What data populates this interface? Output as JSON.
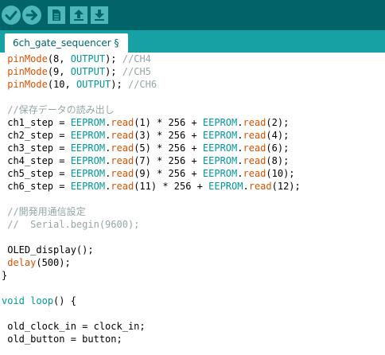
{
  "toolbar": {
    "buttons": [
      {
        "name": "verify",
        "icon": "check-icon"
      },
      {
        "name": "upload",
        "icon": "arrow-right-icon"
      },
      {
        "name": "new",
        "icon": "new-file-icon"
      },
      {
        "name": "open",
        "icon": "arrow-up-icon"
      },
      {
        "name": "save",
        "icon": "arrow-down-icon"
      }
    ]
  },
  "tab": {
    "label": "6ch_gate_sequencer §"
  },
  "colors": {
    "toolbar": "#006468",
    "tabbar": "#17a1a5",
    "button": "#4db7bb",
    "keyword": "#d35400",
    "type": "#00979c",
    "comment": "#95a5a6"
  },
  "code": {
    "lines": [
      " pinMode(8, OUTPUT); //CH4",
      " pinMode(9, OUTPUT); //CH5",
      " pinMode(10, OUTPUT); //CH6",
      "",
      " //保存データの読み出し",
      " ch1_step = EEPROM.read(1) * 256 + EEPROM.read(2);",
      " ch2_step = EEPROM.read(3) * 256 + EEPROM.read(4);",
      " ch3_step = EEPROM.read(5) * 256 + EEPROM.read(6);",
      " ch4_step = EEPROM.read(7) * 256 + EEPROM.read(8);",
      " ch5_step = EEPROM.read(9) * 256 + EEPROM.read(10);",
      " ch6_step = EEPROM.read(11) * 256 + EEPROM.read(12);",
      "",
      " //開発用通信設定",
      " //  Serial.begin(9600);",
      "",
      " OLED_display();",
      " delay(500);",
      "}",
      "",
      "void loop() {",
      "",
      " old_clock_in = clock_in;",
      " old_button = button;"
    ]
  }
}
